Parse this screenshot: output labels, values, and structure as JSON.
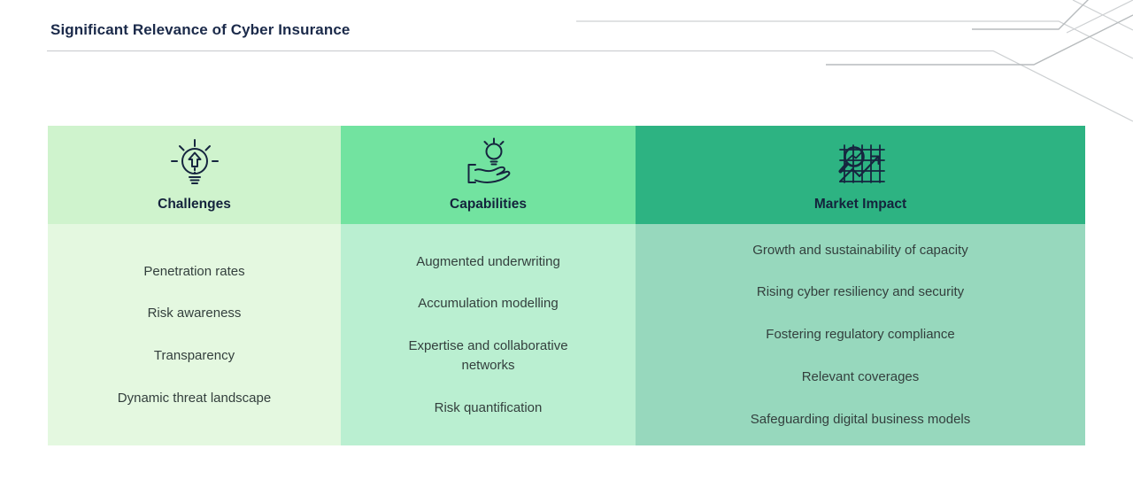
{
  "header": {
    "title": "Significant Relevance of Cyber Insurance"
  },
  "colors": {
    "title_text": "#1b2a4a",
    "header_label_text": "#14233c",
    "body_text": "#333f3d",
    "icon_stroke": "#16253f",
    "decor_line_light": "#cdd0d2",
    "decor_line_medium": "#b7bbbd"
  },
  "columns": [
    {
      "label": "Challenges",
      "icon": "bulb-arrow-icon",
      "header_bg": "#cff3cd",
      "body_bg": "#e4f8e0",
      "items": [
        "Penetration rates",
        "Risk awareness",
        "Transparency",
        "Dynamic threat landscape"
      ]
    },
    {
      "label": "Capabilities",
      "icon": "hand-bulb-icon",
      "header_bg": "#72e3a0",
      "body_bg": "#baefd1",
      "items": [
        "Augmented underwriting",
        "Accumulation modelling",
        "Expertise and collaborative networks",
        "Risk quantification"
      ]
    },
    {
      "label": "Market Impact",
      "icon": "chart-magnifier-icon",
      "header_bg": "#2db382",
      "body_bg": "#97d8bd",
      "items": [
        "Growth and sustainability of capacity",
        "Rising cyber resiliency and security",
        "Fostering regulatory compliance",
        "Relevant coverages",
        "Safeguarding digital business models"
      ]
    }
  ]
}
